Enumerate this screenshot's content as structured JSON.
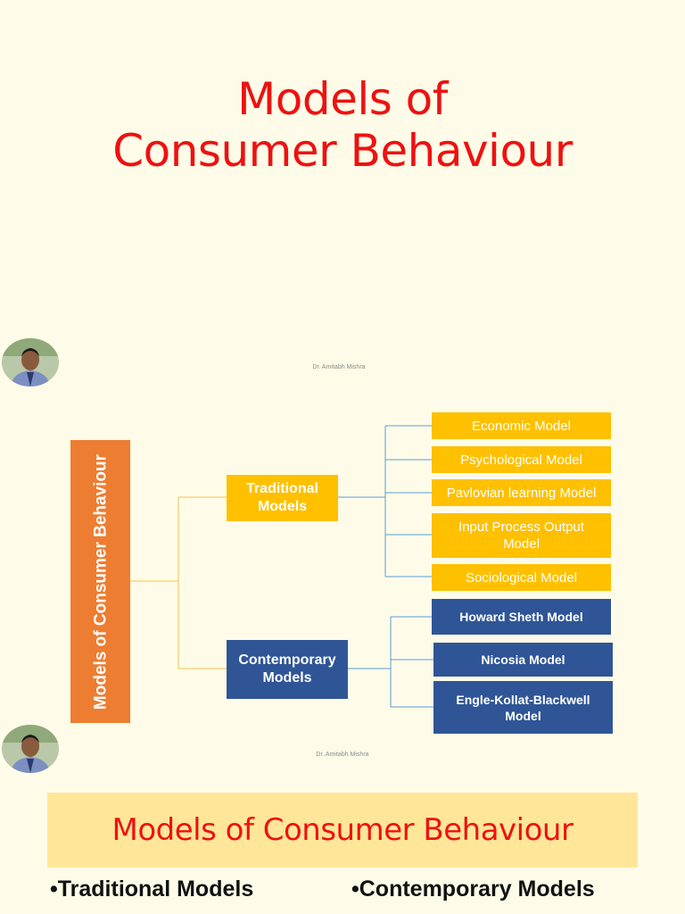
{
  "slide1": {
    "title_line1": "Models of",
    "title_line2": "Consumer Behaviour"
  },
  "slide2": {
    "watermark_top": "Dr. Amitabh Mishra",
    "watermark_bottom": "Dr. Amitabh Mishra",
    "root": "Models of Consumer Behaviour",
    "traditional": {
      "label": "Traditional Models",
      "color": "#ffc000",
      "items": [
        "Economic Model",
        "Psychological Model",
        "Pavlovian learning Model",
        "Input Process Output Model",
        "Sociological Model"
      ]
    },
    "contemporary": {
      "label": "Contemporary Models",
      "color": "#2f5597",
      "items": [
        "Howard Sheth Model",
        "Nicosia Model",
        "Engle-Kollat-Blackwell Model"
      ]
    },
    "root_color": "#ed7d31"
  },
  "slide3": {
    "banner": "Models of Consumer Behaviour",
    "bullet1": "•Traditional Models",
    "bullet2": "•Contemporary Models",
    "title_color": "#ee1111",
    "banner_color": "#ffe699"
  },
  "icons": {
    "avatar": "presenter-photo"
  }
}
